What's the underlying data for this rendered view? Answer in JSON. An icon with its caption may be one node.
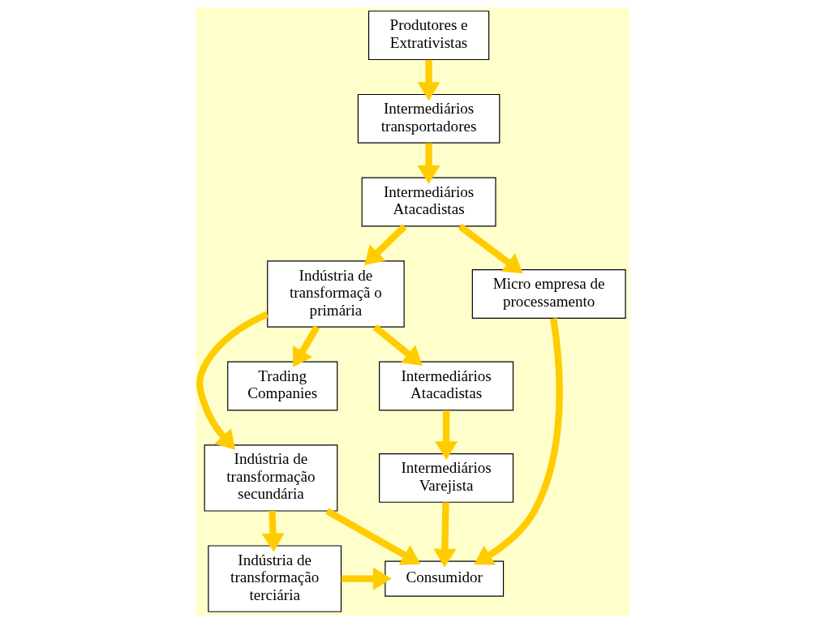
{
  "diagram": {
    "nodes": [
      {
        "text": [
          "Produtores e Extrativistas"
        ]
      },
      {
        "text": [
          "Intermediários transportadores"
        ]
      },
      {
        "text": [
          "Intermediários Atacadistas"
        ]
      },
      {
        "text": [
          "Micro empresa de processamento"
        ]
      },
      {
        "text": [
          "Indústria de transformaçã o primária"
        ]
      },
      {
        "text": [
          "Intermediários Atacadistas"
        ]
      },
      {
        "text": [
          "Trading Companies"
        ]
      },
      {
        "text": [
          "Indústria de transformação secundária"
        ]
      },
      {
        "text": [
          "Intermediários Varejista"
        ]
      },
      {
        "text": [
          "Consumidor"
        ]
      },
      {
        "text": [
          "Indústria de transformação terciária"
        ]
      }
    ],
    "edges": [
      {
        "from": 0,
        "to": 1,
        "arrow": "to"
      },
      {
        "from": 1,
        "to": 2,
        "arrow": "to"
      },
      {
        "from": 2,
        "to": 3,
        "arrow": "to"
      },
      {
        "from": 2,
        "to": 4,
        "arrow": "to"
      },
      {
        "from": 4,
        "to": 5,
        "arrow": "to"
      },
      {
        "from": 4,
        "to": 6,
        "arrow": "to"
      },
      {
        "from": 4,
        "to": 7,
        "arrow": "to"
      },
      {
        "from": 3,
        "to": 9,
        "arrow": "to"
      },
      {
        "from": 5,
        "to": 8,
        "arrow": "to"
      },
      {
        "from": 8,
        "to": 9,
        "arrow": "to"
      },
      {
        "from": 7,
        "to": 9,
        "arrow": "to"
      },
      {
        "from": 7,
        "to": 10,
        "arrow": "to"
      },
      {
        "from": 10,
        "to": 9,
        "arrow": "to"
      }
    ]
  }
}
